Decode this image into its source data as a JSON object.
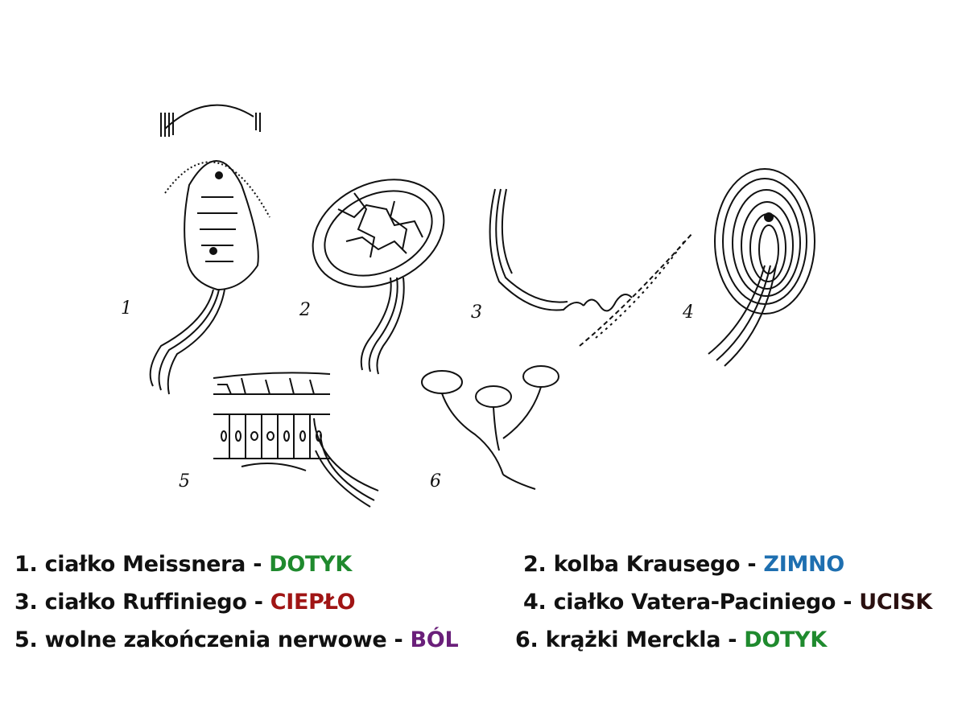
{
  "figure": {
    "labels": [
      "1",
      "2",
      "3",
      "4",
      "5",
      "6"
    ]
  },
  "legend": [
    {
      "num": "1.",
      "name": "ciałko Meissnera",
      "sep": "-",
      "sense": "DOTYK",
      "color": "#1f8a2e"
    },
    {
      "num": "2.",
      "name": "kolba Krausego",
      "sep": "-",
      "sense": "ZIMNO",
      "color": "#1e6fb0"
    },
    {
      "num": "3.",
      "name": "ciałko Ruffiniego",
      "sep": "-",
      "sense": "CIEPŁO",
      "color": "#a01515"
    },
    {
      "num": "4.",
      "name": "ciałko Vatera-Paciniego",
      "sep": "-",
      "sense": "UCISK",
      "color": "#2a1010"
    },
    {
      "num": "5.",
      "name": "wolne zakończenia nerwowe",
      "sep": "-",
      "sense": "BÓL",
      "color": "#6a1f7a"
    },
    {
      "num": "6.",
      "name": "krążki Merckla",
      "sep": "-",
      "sense": "DOTYK",
      "color": "#1f8a2e"
    }
  ]
}
